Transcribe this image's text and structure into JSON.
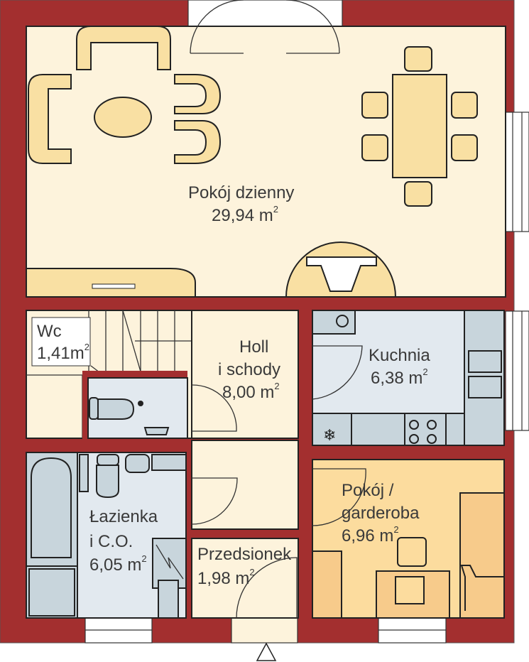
{
  "plan": {
    "rooms": [
      {
        "name": "Pokój dzienny",
        "area": "29,94 m",
        "unit_sup": "2"
      },
      {
        "name": "Wc",
        "area": "1,41m",
        "unit_sup": "2"
      },
      {
        "name_line1": "Holl",
        "name_line2": "i schody",
        "area": "8,00 m",
        "unit_sup": "2"
      },
      {
        "name": "Kuchnia",
        "area": "6,38 m",
        "unit_sup": "2"
      },
      {
        "name_line1": "Pokój /",
        "name_line2": "garderoba",
        "area": "6,96 m",
        "unit_sup": "2"
      },
      {
        "name_line1": "Łazienka",
        "name_line2": "i C.O.",
        "area": "6,05 m",
        "unit_sup": "2"
      },
      {
        "name": "Przedsionek",
        "area": "1,98 m",
        "unit_sup": "2"
      }
    ],
    "entrance_marker": "triangle-icon",
    "colors": {
      "wall": "#a32f2f",
      "cream": "#fdf3dc",
      "blue": "#e2e9ef",
      "fixture": "#c8d5dc",
      "orange_room": "#fcdc9e",
      "furniture": "#f9e0a3",
      "furniture_dark": "#f7cb8b"
    }
  }
}
